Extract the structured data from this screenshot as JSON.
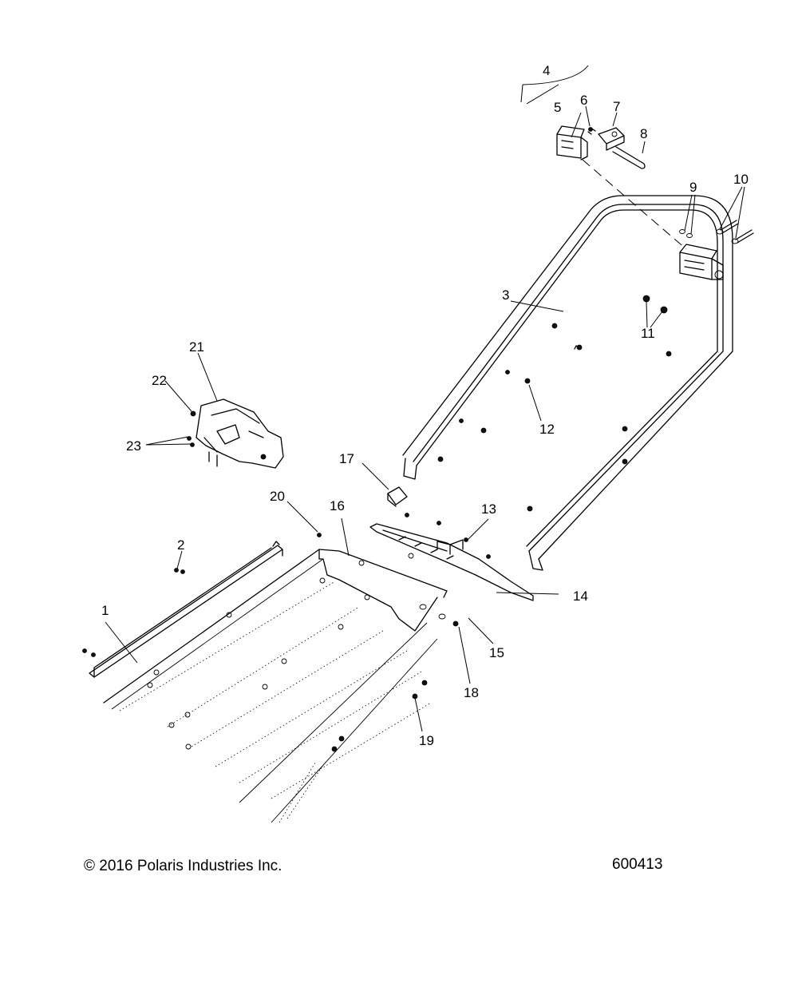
{
  "labels": {
    "p1": "1",
    "p2": "2",
    "p3": "3",
    "p4": "4",
    "p5": "5",
    "p6": "6",
    "p7": "7",
    "p8": "8",
    "p9": "9",
    "p10": "10",
    "p11": "11",
    "p12": "12",
    "p13": "13",
    "p14": "14",
    "p15": "15",
    "p16": "16",
    "p17": "17",
    "p18": "18",
    "p19": "19",
    "p20": "20",
    "p21": "21",
    "p22": "22",
    "p23": "23"
  },
  "footer": {
    "copyright": "© 2016 Polaris Industries Inc.",
    "diagram_number": "600413"
  }
}
